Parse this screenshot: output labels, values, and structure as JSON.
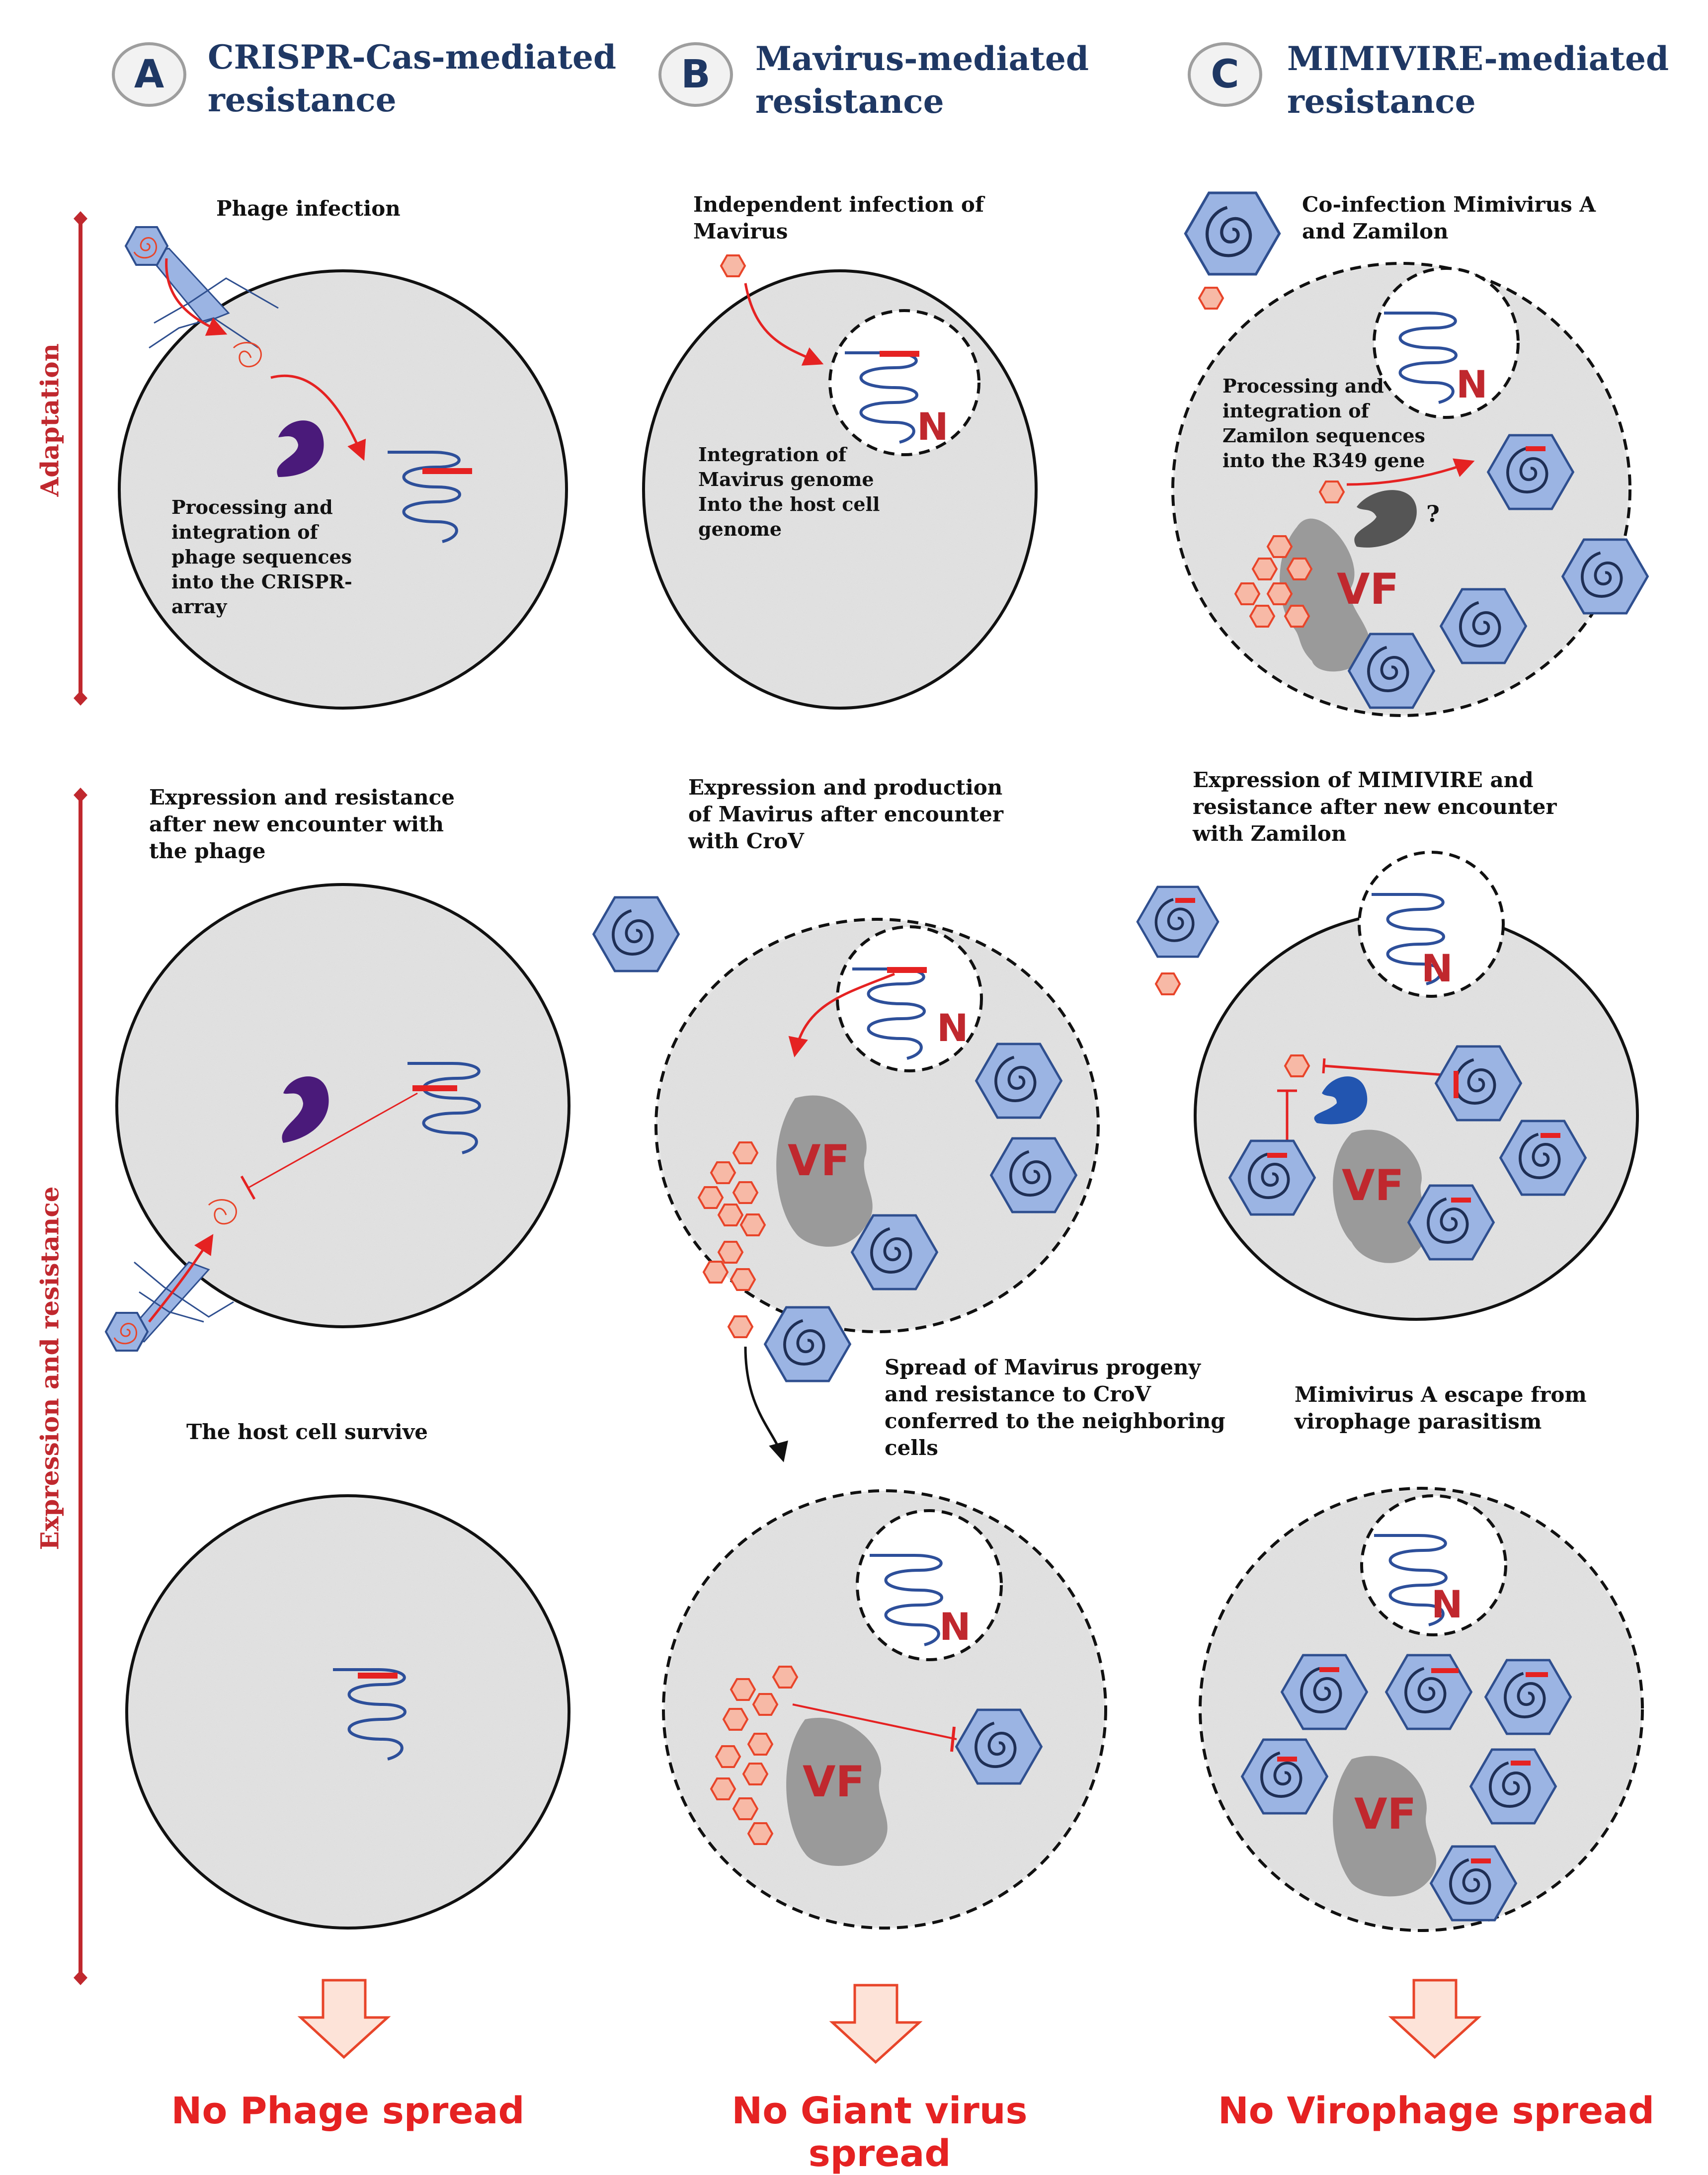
{
  "columns": {
    "a": {
      "letter": "A",
      "title": "CRISPR-Cas-mediated\nresistance"
    },
    "b": {
      "letter": "B",
      "title": "Mavirus-mediated\nresistance"
    },
    "c": {
      "letter": "C",
      "title": "MIMIVIRE-mediated\nresistance"
    }
  },
  "side_labels": {
    "adaptation": "Adaptation",
    "expression": "Expression and resistance"
  },
  "captions": {
    "a1": "Phage infection",
    "a1_process": "Processing and\nintegration of\nphage sequences\ninto the CRISPR-\narray",
    "b1": "Independent infection of\nMavirus",
    "b1_integration": "Integration of\nMavirus genome\nInto the host cell\ngenome",
    "c1": "Co-infection Mimivirus A\nand Zamilon",
    "c1_process": "Processing and\nintegration of\nZamilon sequences\ninto the R349 gene",
    "a2": "Expression and resistance\nafter new encounter with\nthe phage",
    "b2": "Expression and production\nof Mavirus after encounter\nwith CroV",
    "c2": "Expression of MIMIVIRE and\nresistance after new encounter\nwith Zamilon",
    "a3": "The host cell survive",
    "b3": "Spread of Mavirus progeny\nand resistance to CroV\nconferred to the neighboring\ncells",
    "c3": "Mimivirus A escape from\nvirophage parasitism"
  },
  "markers": {
    "nucleus": "N",
    "viral_factory": "VF",
    "unknown": "?"
  },
  "outcomes": {
    "a": "No Phage spread",
    "b": "No Giant virus spread",
    "c": "No Virophage spread"
  },
  "colors": {
    "title_blue": "#1f3864",
    "resistance_red": "#c0282e",
    "virophage_fill": "#f7b9a6",
    "virophage_stroke": "#e8452a",
    "giant_virus_fill": "#9bb4e3",
    "giant_virus_stroke": "#2f4f8f",
    "dna_blue": "#2d4f9a",
    "cell_fill": "#e6e6e6",
    "vf_grey": "#9a9a9a",
    "cas_purple": "#4a1a7a",
    "mimivire_blue": "#2255b0"
  }
}
